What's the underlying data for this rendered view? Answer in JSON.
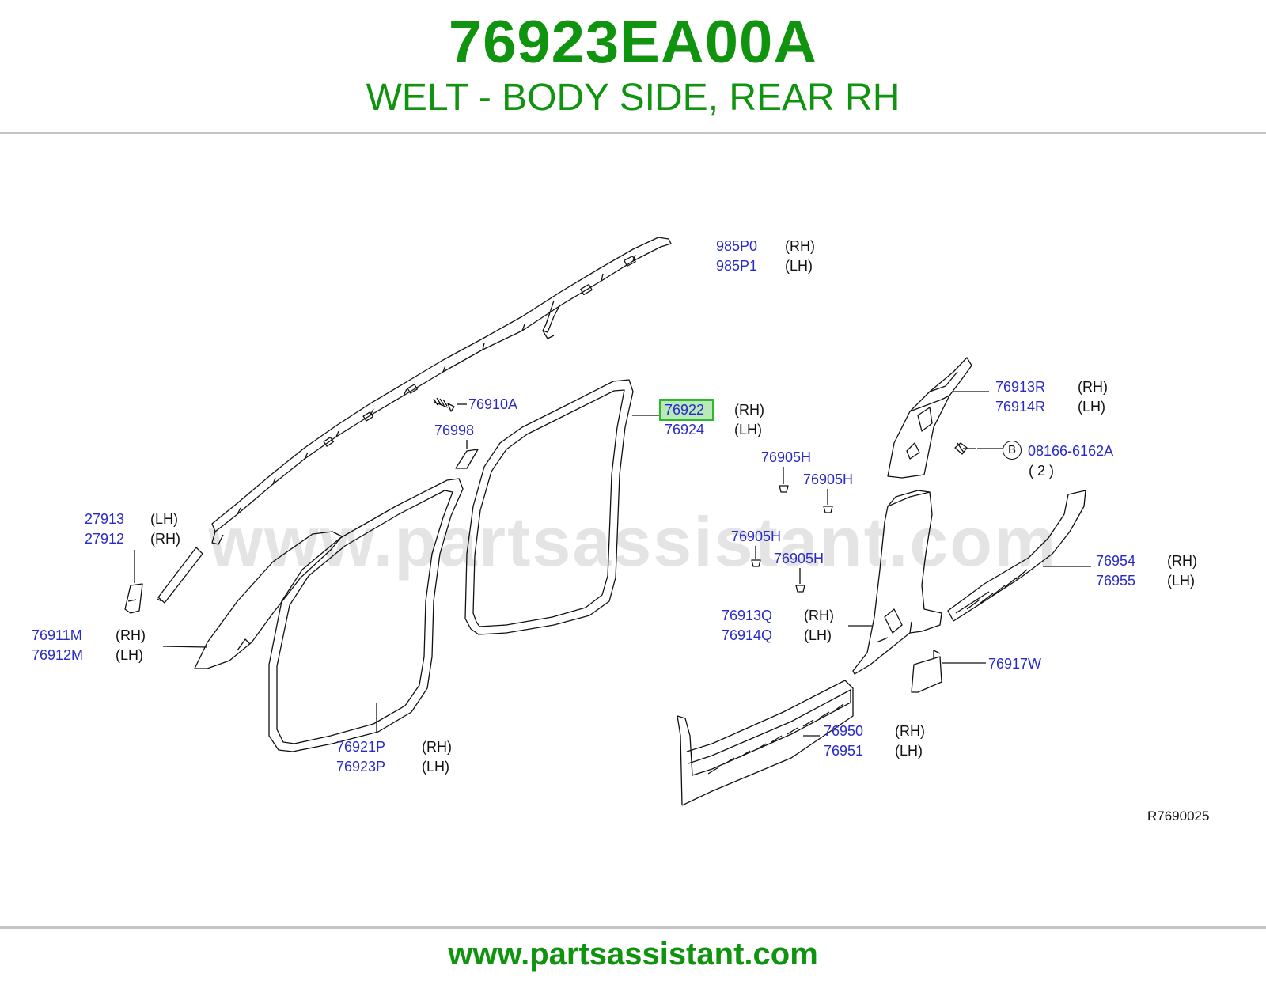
{
  "header": {
    "part_number": "76923EA00A",
    "part_description": "WELT - BODY SIDE, REAR RH"
  },
  "watermark": "www.partsassistant.com",
  "footer": {
    "url": "www.partsassistant.com"
  },
  "diagram": {
    "reference_code": "R7690025",
    "bolt_marker": "B",
    "bolt_quantity": "( 2 )",
    "callouts": [
      {
        "id": "985p0",
        "part": "985P0",
        "side": "(RH)"
      },
      {
        "id": "985p1",
        "part": "985P1",
        "side": "(LH)"
      },
      {
        "id": "76910a",
        "part": "76910A",
        "side": ""
      },
      {
        "id": "76998",
        "part": "76998",
        "side": ""
      },
      {
        "id": "76922",
        "part": "76922",
        "side": "(RH)",
        "highlighted": true
      },
      {
        "id": "76924",
        "part": "76924",
        "side": "(LH)"
      },
      {
        "id": "76913r",
        "part": "76913R",
        "side": "(RH)"
      },
      {
        "id": "76914r",
        "part": "76914R",
        "side": "(LH)"
      },
      {
        "id": "08166",
        "part": "08166-6162A",
        "side": ""
      },
      {
        "id": "76905h-1",
        "part": "76905H",
        "side": ""
      },
      {
        "id": "76905h-2",
        "part": "76905H",
        "side": ""
      },
      {
        "id": "76905h-3",
        "part": "76905H",
        "side": ""
      },
      {
        "id": "76905h-4",
        "part": "76905H",
        "side": ""
      },
      {
        "id": "27913",
        "part": "27913",
        "side": "(LH)"
      },
      {
        "id": "27912",
        "part": "27912",
        "side": "(RH)"
      },
      {
        "id": "76954",
        "part": "76954",
        "side": "(RH)"
      },
      {
        "id": "76955",
        "part": "76955",
        "side": "(LH)"
      },
      {
        "id": "76913q",
        "part": "76913Q",
        "side": "(RH)"
      },
      {
        "id": "76914q",
        "part": "76914Q",
        "side": "(LH)"
      },
      {
        "id": "76911m",
        "part": "76911M",
        "side": "(RH)"
      },
      {
        "id": "76912m",
        "part": "76912M",
        "side": "(LH)"
      },
      {
        "id": "76917w",
        "part": "76917W",
        "side": ""
      },
      {
        "id": "76950",
        "part": "76950",
        "side": "(RH)"
      },
      {
        "id": "76951",
        "part": "76951",
        "side": "(LH)"
      },
      {
        "id": "76921p",
        "part": "76921P",
        "side": "(RH)"
      },
      {
        "id": "76923p",
        "part": "76923P",
        "side": "(LH)"
      }
    ]
  },
  "colors": {
    "brand_green": "#109410",
    "callout_blue": "#2a2ac8",
    "highlight": "#b9e8b9"
  }
}
